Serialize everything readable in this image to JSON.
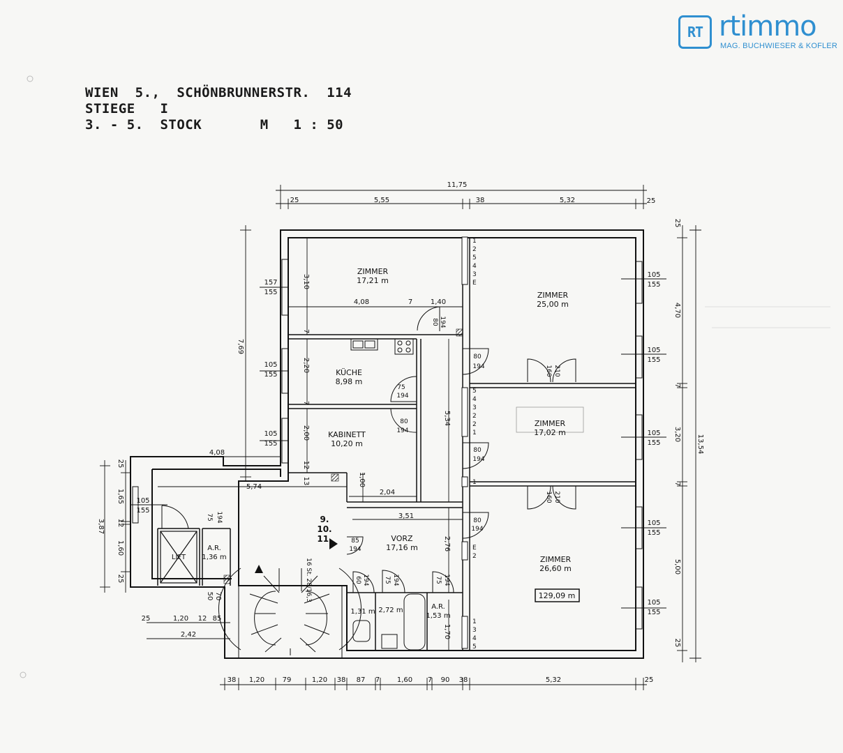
{
  "logo": {
    "box": "RT",
    "name": "rtimmo",
    "tagline": "MAG. BUCHWIESER & KOFLER",
    "color": "#2f8fd0"
  },
  "header": {
    "line1": "WIEN  5.,  SCHÖNBRUNNERSTR.  114",
    "line2": "STIEGE   I",
    "line3": "3. - 5.  STOCK       M   1 : 50"
  },
  "rooms": {
    "zimmer1": {
      "name": "ZIMMER",
      "area": "17,21 m"
    },
    "zimmer2": {
      "name": "ZIMMER",
      "area": "25,00 m"
    },
    "kueche": {
      "name": "KÜCHE",
      "area": "8,98 m"
    },
    "kabinett": {
      "name": "KABINETT",
      "area": "10,20 m"
    },
    "zimmer3": {
      "name": "ZIMMER",
      "area": "17,02 m"
    },
    "zimmer4": {
      "name": "ZIMMER",
      "area": "26,60 m"
    },
    "vorz": {
      "name": "VORZ",
      "area": "17,16 m"
    },
    "ar1": {
      "name": "A.R.",
      "area": "1,36 m"
    },
    "ar2": {
      "name": "A.R.",
      "area": "1,53 m"
    },
    "wc": {
      "area": "1,31 m"
    },
    "bad": {
      "area": "2,72 m"
    },
    "lift": {
      "name": "LIFT"
    },
    "entrance": {
      "l1": "9.",
      "l2": "10.",
      "l3": "11."
    },
    "total": "129,09 m"
  },
  "dims": {
    "top_total": "11,75",
    "top": [
      "25",
      "5,55",
      "38",
      "5,32",
      "25"
    ],
    "bottom": [
      "38",
      "1,20",
      "79",
      "1,20",
      "38",
      "87",
      "7",
      "1,60",
      "7",
      "90",
      "38",
      "5,32",
      "25"
    ],
    "right_total": "13,54",
    "right": [
      "25",
      "4,70",
      "7",
      "3,20",
      "7",
      "5,00",
      "25"
    ],
    "left_upper": "7,69",
    "left_lower": "3,87",
    "left_lower_parts": [
      "25",
      "1,65",
      "12",
      "1,60",
      "25"
    ],
    "win_left": [
      {
        "a": "157",
        "b": "155"
      },
      {
        "a": "105",
        "b": "155"
      },
      {
        "a": "105",
        "b": "155"
      },
      {
        "a": "105",
        "b": "155"
      }
    ],
    "win_right": [
      {
        "a": "105",
        "b": "155"
      },
      {
        "a": "105",
        "b": "155"
      },
      {
        "a": "105",
        "b": "155"
      },
      {
        "a": "105",
        "b": "155"
      },
      {
        "a": "105",
        "b": "155"
      }
    ],
    "inner": {
      "d408a": "4,08",
      "d7a": "7",
      "d140": "1,40",
      "d310": "3,10",
      "d7b": "7",
      "d220": "2,20",
      "d7c": "7",
      "d200": "2,00",
      "d12": "12",
      "d408b": "4,08",
      "d574": "5,74",
      "d13": "13",
      "d100": "1,00",
      "d204": "2,04",
      "d351": "3,51",
      "d534": "5,34",
      "d276": "2,76",
      "d170": "1,70",
      "d25a": "25",
      "d120": "1,20",
      "d12b": "12",
      "d85": "85",
      "d242": "2,42",
      "d50": "50",
      "d70": "70"
    },
    "doors": {
      "k1": {
        "a": "80",
        "b": "194"
      },
      "k2": {
        "a": "75",
        "b": "194"
      },
      "k3": {
        "a": "80",
        "b": "194"
      },
      "r1": {
        "a": "80",
        "b": "194"
      },
      "r2": {
        "a": "80",
        "b": "194"
      },
      "r3": {
        "a": "80",
        "b": "194"
      },
      "z1": {
        "a": "160",
        "b": "210"
      },
      "z2": {
        "a": "160",
        "b": "210"
      },
      "ar": {
        "a": "75",
        "b": "194"
      },
      "ent": {
        "a": "85",
        "b": "194"
      },
      "wc": {
        "a": "60",
        "b": "194"
      },
      "bad": {
        "a": "75",
        "b": "194"
      },
      "ar2": {
        "a": "75",
        "b": "194"
      }
    },
    "stair_label": "16 St. 28/16,3"
  },
  "shafts": {
    "s1": [
      "1",
      "2",
      "5",
      "4",
      "3",
      "E"
    ],
    "s2": [
      "5",
      "4",
      "3",
      "2",
      "2",
      "1"
    ],
    "s3": [
      "1"
    ],
    "s4": [
      "E",
      "2"
    ],
    "s5": [
      "1",
      "3",
      "4",
      "5"
    ]
  }
}
